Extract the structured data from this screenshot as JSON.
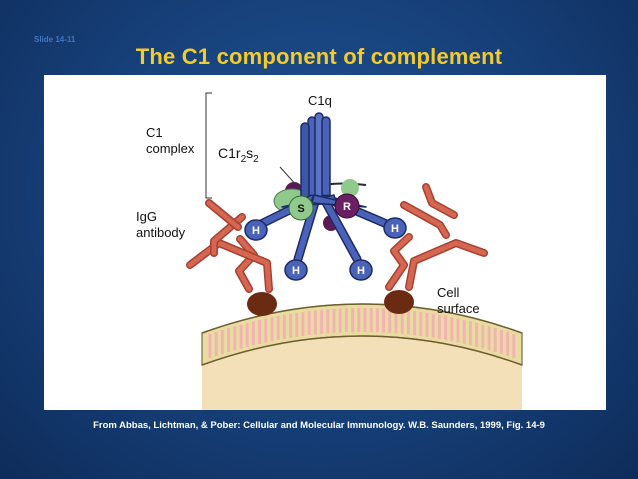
{
  "slide": {
    "number": "Slide 14-11",
    "title": "The C1 component of complement",
    "footer": "From Abbas, Lichtman, & Pober: Cellular and Molecular Immunology. W.B. Saunders, 1999, Fig. 14-9"
  },
  "diagram": {
    "labels": {
      "c1q": "C1q",
      "c1_complex_line1": "C1",
      "c1_complex_line2": "complex",
      "c1r2s2_base": "C1r",
      "c1r2s2_sub1": "2",
      "c1r2s2_mid": "s",
      "c1r2s2_sub2": "2",
      "igg_line1": "IgG",
      "igg_line2": "antibody",
      "cell_line1": "Cell",
      "cell_line2": "surface"
    },
    "domains": {
      "s": "S",
      "r": "R",
      "h": "H"
    },
    "colors": {
      "c1q_blue": "#4a63b8",
      "c1q_outline": "#1c2a66",
      "antibody_red": "#c4503c",
      "antigen_brown": "#6b2a12",
      "membrane_tan": "#e9dca2",
      "membrane_pink": "#f3b3b0",
      "s_green": "#8fc98b",
      "r_purple": "#6a1f63"
    }
  }
}
